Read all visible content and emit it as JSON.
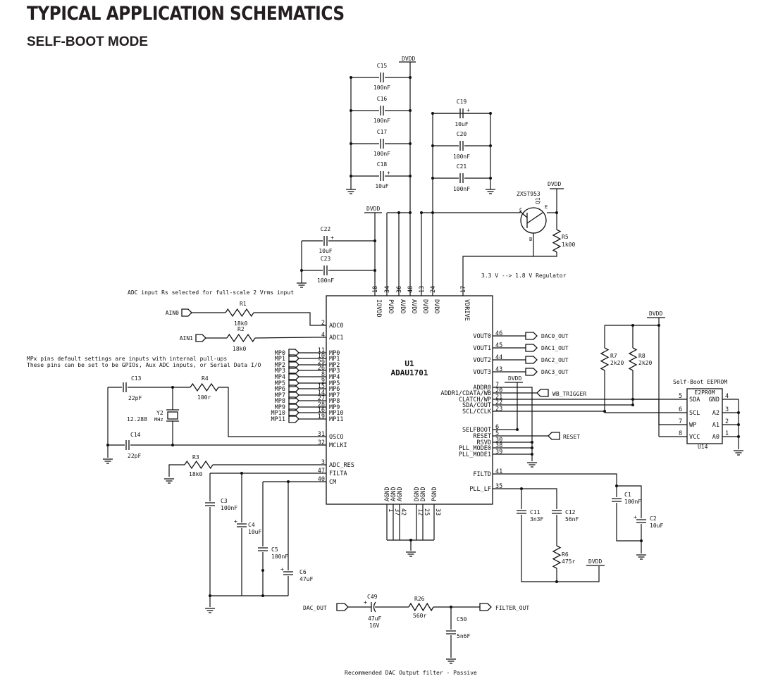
{
  "title": "TYPICAL APPLICATION SCHEMATICS",
  "subtitle": "SELF-BOOT MODE",
  "notes": {
    "adc_note": "ADC input Rs selected for full-scale 2 Vrms input",
    "mp_note_1": "MPx pins default settings are inputs with internal pull-ups",
    "mp_note_2": "These pins can be set to be GPIOs, Aux ADC inputs, or Serial Data I/O",
    "regulator_note": "3.3 V --> 1.8 V Regulator",
    "filter_caption": "Recommended DAC Output filter - Passive",
    "eeprom_header": "Self-Boot EEPROM"
  },
  "rails": {
    "dvdd": "DVDD"
  },
  "ic": {
    "ref": "U1",
    "part": "ADAU1701",
    "top_pins": [
      {
        "num": "18",
        "name": "IOVDD"
      },
      {
        "num": "34",
        "name": "PVDD"
      },
      {
        "num": "36",
        "name": "AVDD"
      },
      {
        "num": "48",
        "name": "AVDD"
      },
      {
        "num": "13",
        "name": "DVDD"
      },
      {
        "num": "24",
        "name": "DVDD"
      },
      {
        "num": "17",
        "name": "VDRIVE"
      }
    ],
    "bottom_pins": [
      {
        "num": "1",
        "name": "AGND"
      },
      {
        "num": "37",
        "name": "AGND"
      },
      {
        "num": "42",
        "name": "AGND"
      },
      {
        "num": "12",
        "name": "DGND"
      },
      {
        "num": "25",
        "name": "DGND"
      },
      {
        "num": "33",
        "name": "PGND"
      }
    ],
    "left_pins": [
      {
        "num": "2",
        "name": "ADC0"
      },
      {
        "num": "4",
        "name": "ADC1"
      },
      {
        "num": "11",
        "name": "MP0"
      },
      {
        "num": "10",
        "name": "MP1"
      },
      {
        "num": "29",
        "name": "MP2"
      },
      {
        "num": "26",
        "name": "MP3"
      },
      {
        "num": "8",
        "name": "MP4"
      },
      {
        "num": "9",
        "name": "MP5"
      },
      {
        "num": "15",
        "name": "MP6"
      },
      {
        "num": "14",
        "name": "MP7"
      },
      {
        "num": "27",
        "name": "MP8"
      },
      {
        "num": "28",
        "name": "MP9"
      },
      {
        "num": "16",
        "name": "MP10"
      },
      {
        "num": "19",
        "name": "MP11"
      },
      {
        "num": "31",
        "name": "OSCO"
      },
      {
        "num": "32",
        "name": "MCLKI"
      },
      {
        "num": "3",
        "name": "ADC_RES"
      },
      {
        "num": "47",
        "name": "FILTA"
      },
      {
        "num": "40",
        "name": "CM"
      }
    ],
    "right_pins": [
      {
        "num": "46",
        "name": "VOUT0"
      },
      {
        "num": "45",
        "name": "VOUT1"
      },
      {
        "num": "44",
        "name": "VOUT2"
      },
      {
        "num": "43",
        "name": "VOUT3"
      },
      {
        "num": "7",
        "name": "ADDR0"
      },
      {
        "num": "20",
        "name": "ADDR1/CDATA/WB"
      },
      {
        "num": "21",
        "name": "CLATCH/WP"
      },
      {
        "num": "22",
        "name": "SDA/COUT"
      },
      {
        "num": "23",
        "name": "SCL/CCLK"
      },
      {
        "num": "6",
        "name": "SELFBOOT"
      },
      {
        "num": "5",
        "name": "RESET"
      },
      {
        "num": "30",
        "name": "RSVD"
      },
      {
        "num": "38",
        "name": "PLL_MODE0"
      },
      {
        "num": "39",
        "name": "PLL_MODE1"
      },
      {
        "num": "41",
        "name": "FILTD"
      },
      {
        "num": "35",
        "name": "PLL_LF"
      }
    ]
  },
  "mp_labels": [
    "MP0",
    "MP1",
    "MP2",
    "MP3",
    "MP4",
    "MP5",
    "MP6",
    "MP7",
    "MP8",
    "MP9",
    "MP10",
    "MP11"
  ],
  "eeprom": {
    "ref": "U14",
    "part": "E2PROM",
    "left_pins": [
      {
        "num": "5",
        "name": "SDA"
      },
      {
        "num": "6",
        "name": "SCL"
      },
      {
        "num": "7",
        "name": "WP"
      },
      {
        "num": "8",
        "name": "VCC"
      }
    ],
    "right_pins": [
      {
        "num": "4",
        "name": "GND"
      },
      {
        "num": "3",
        "name": "A2"
      },
      {
        "num": "2",
        "name": "A1"
      },
      {
        "num": "1",
        "name": "A0"
      }
    ]
  },
  "ports": {
    "ain0": "AIN0",
    "ain1": "AIN1",
    "dac0": "DAC0_OUT",
    "dac1": "DAC1_OUT",
    "dac2": "DAC2_OUT",
    "dac3": "DAC3_OUT",
    "wb_trigger": "WB_TRIGGER",
    "reset": "RESET",
    "dac_out": "DAC_OUT",
    "filter_out": "FILTER_OUT"
  },
  "components": {
    "C15": {
      "ref": "C15",
      "value": "100nF"
    },
    "C16": {
      "ref": "C16",
      "value": "100nF"
    },
    "C17": {
      "ref": "C17",
      "value": "100nF"
    },
    "C18": {
      "ref": "C18",
      "value": "10uF"
    },
    "C19": {
      "ref": "C19",
      "value": "10uF"
    },
    "C20": {
      "ref": "C20",
      "value": "100nF"
    },
    "C21": {
      "ref": "C21",
      "value": "100nF"
    },
    "C22": {
      "ref": "C22",
      "value": "10uF"
    },
    "C23": {
      "ref": "C23",
      "value": "100nF"
    },
    "Q1": {
      "ref": "Q1",
      "value": "ZX5T953",
      "b": "B",
      "c": "C",
      "e": "E"
    },
    "R5": {
      "ref": "R5",
      "value": "1k00"
    },
    "R1": {
      "ref": "R1",
      "value": "18k0"
    },
    "R2": {
      "ref": "R2",
      "value": "18k0"
    },
    "R3": {
      "ref": "R3",
      "value": "18k0"
    },
    "R4": {
      "ref": "R4",
      "value": "100r"
    },
    "C13": {
      "ref": "C13",
      "value": "22pF"
    },
    "C14": {
      "ref": "C14",
      "value": "22pF"
    },
    "Y2": {
      "ref": "Y2",
      "value": "12.288",
      "unit": "MHz"
    },
    "C3": {
      "ref": "C3",
      "value": "100nF"
    },
    "C4": {
      "ref": "C4",
      "value": "10uF"
    },
    "C5": {
      "ref": "C5",
      "value": "100nF"
    },
    "C6": {
      "ref": "C6",
      "value": "47uF"
    },
    "R7": {
      "ref": "R7",
      "value": "2k20"
    },
    "R8": {
      "ref": "R8",
      "value": "2k20"
    },
    "C11": {
      "ref": "C11",
      "value": "3n3F"
    },
    "C12": {
      "ref": "C12",
      "value": "56nF"
    },
    "R6": {
      "ref": "R6",
      "value": "475r"
    },
    "C1": {
      "ref": "C1",
      "value": "100nF"
    },
    "C2": {
      "ref": "C2",
      "value": "10uF"
    },
    "C49": {
      "ref": "C49",
      "value": "47uF",
      "voltage": "16V"
    },
    "R26": {
      "ref": "R26",
      "value": "560r"
    },
    "C50": {
      "ref": "C50",
      "value": "5n6F"
    }
  }
}
